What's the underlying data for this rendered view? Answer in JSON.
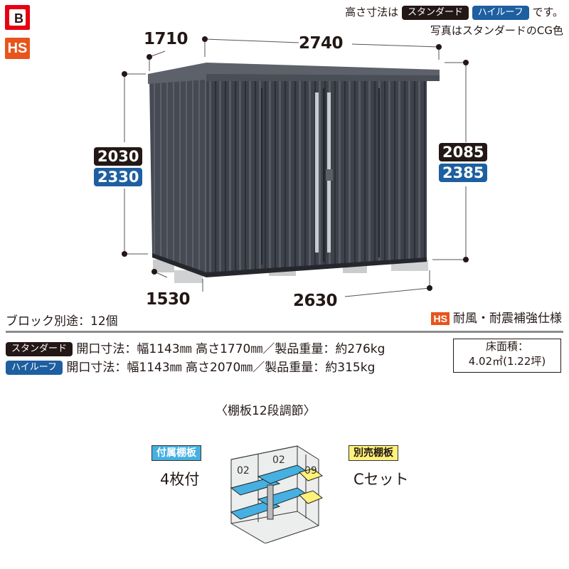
{
  "logos": {
    "brand": "B",
    "hs": "HS"
  },
  "header_note": {
    "line1_prefix": "高さ寸法は",
    "tag_standard": "スタンダード",
    "tag_highroof": "ハイルーフ",
    "line1_suffix": "です。",
    "line2": "写真はスタンダードのCG色"
  },
  "dimensions": {
    "top_depth": "1710",
    "top_width": "2740",
    "left_height_standard": "2030",
    "left_height_highroof": "2330",
    "right_height_standard": "2085",
    "right_height_highroof": "2385",
    "bottom_depth": "1530",
    "bottom_width": "2630"
  },
  "block_note": "ブロック別途：12個",
  "hs_feature": {
    "badge": "HS",
    "label": "耐風・耐震補強仕様"
  },
  "specs": [
    {
      "tag": "スタンダード",
      "text": "開口寸法：幅1143㎜ 高さ1770㎜／製品重量：約276kg"
    },
    {
      "tag": "ハイルーフ",
      "text": "開口寸法：幅1143㎜ 高さ2070㎜／製品重量：約315kg"
    }
  ],
  "floor_area": {
    "label": "床面積：",
    "value": "4.02㎡(1.22坪)"
  },
  "shelf": {
    "title": "〈棚板12段調節〉",
    "included_badge": "付属棚板",
    "included_value": "4枚付",
    "optional_badge": "別売棚板",
    "optional_value": "Cセット",
    "diagram_labels": [
      "02",
      "02",
      "09"
    ]
  },
  "colors": {
    "shed_dark": "#3a3d45",
    "standard_tag": "#231815",
    "highroof_tag": "#1d5fa0",
    "hs_orange": "#e8541c",
    "brand_red": "#e60012",
    "shelf_blue": "#45b0e1",
    "shelf_yellow": "#fff27a"
  }
}
